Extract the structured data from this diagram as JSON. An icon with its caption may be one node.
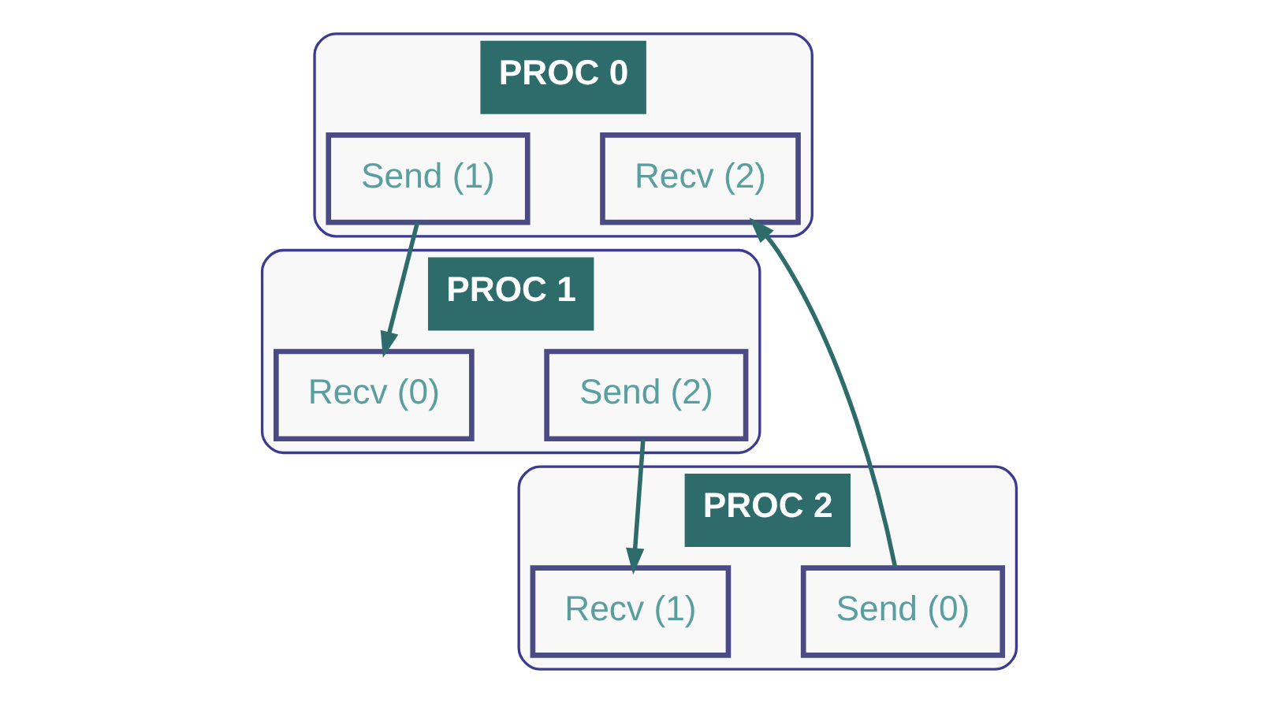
{
  "diagram": {
    "nodes": [
      {
        "text": [
          "PROC 0"
        ]
      },
      {
        "text": [
          "Send (1)"
        ],
        "in": 0
      },
      {
        "text": [
          "Recv (2)"
        ],
        "in": 0
      },
      {
        "text": [
          "PROC 1"
        ]
      },
      {
        "text": [
          "Send (2)"
        ],
        "in": 3
      },
      {
        "text": [
          "Recv (0)"
        ],
        "in": 3
      },
      {
        "text": [
          "PROC 2"
        ]
      },
      {
        "text": [
          "Send (0)"
        ],
        "in": 6
      },
      {
        "text": [
          "Recv (1)"
        ],
        "in": 6
      }
    ],
    "edges": [
      {
        "from": 1,
        "to": 5,
        "arrow": "to"
      },
      {
        "from": 4,
        "to": 8,
        "arrow": "to"
      },
      {
        "from": 7,
        "to": 2,
        "arrow": "to"
      }
    ]
  }
}
